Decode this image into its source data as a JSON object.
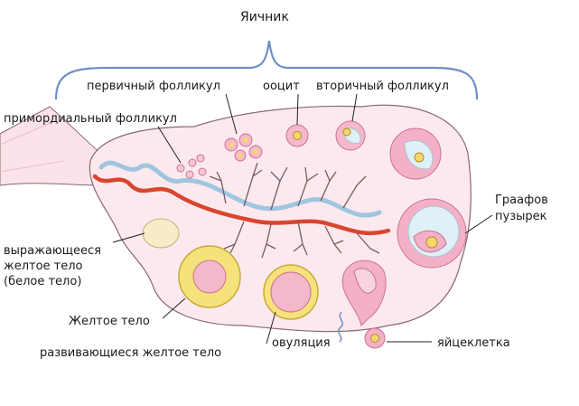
{
  "labels": {
    "ovary": "Яичник",
    "primary_follicle": "первичный фолликул",
    "oocyte": "ооцит",
    "secondary_follicle": "вторичный фолликул",
    "primordial_follicle": "примордиальный фолликул",
    "graafian_line1": "Граафов",
    "graafian_line2": "пузырек",
    "degenerating_line1": "выражающееся",
    "degenerating_line2": "желтое тело",
    "degenerating_line3": "(белое тело)",
    "corpus_luteum": "Желтое тело",
    "developing_corpus_luteum": "развивающиеся желтое тело",
    "ovulation": "овуляция",
    "egg_cell": "яйцеклетка"
  },
  "colors": {
    "ovary_fill": "#fce9ee",
    "ovary_stroke": "#8a6a70",
    "bracket": "#6f8fc4",
    "follicle_pink": "#f0a9c4",
    "follicle_dots": "#d4608a",
    "vessel_red": "#d9452e",
    "vessel_blue": "#9fc6e0",
    "corpus_yellow": "#f6e27a",
    "leader": "#222222",
    "text": "#1a1a1a"
  }
}
